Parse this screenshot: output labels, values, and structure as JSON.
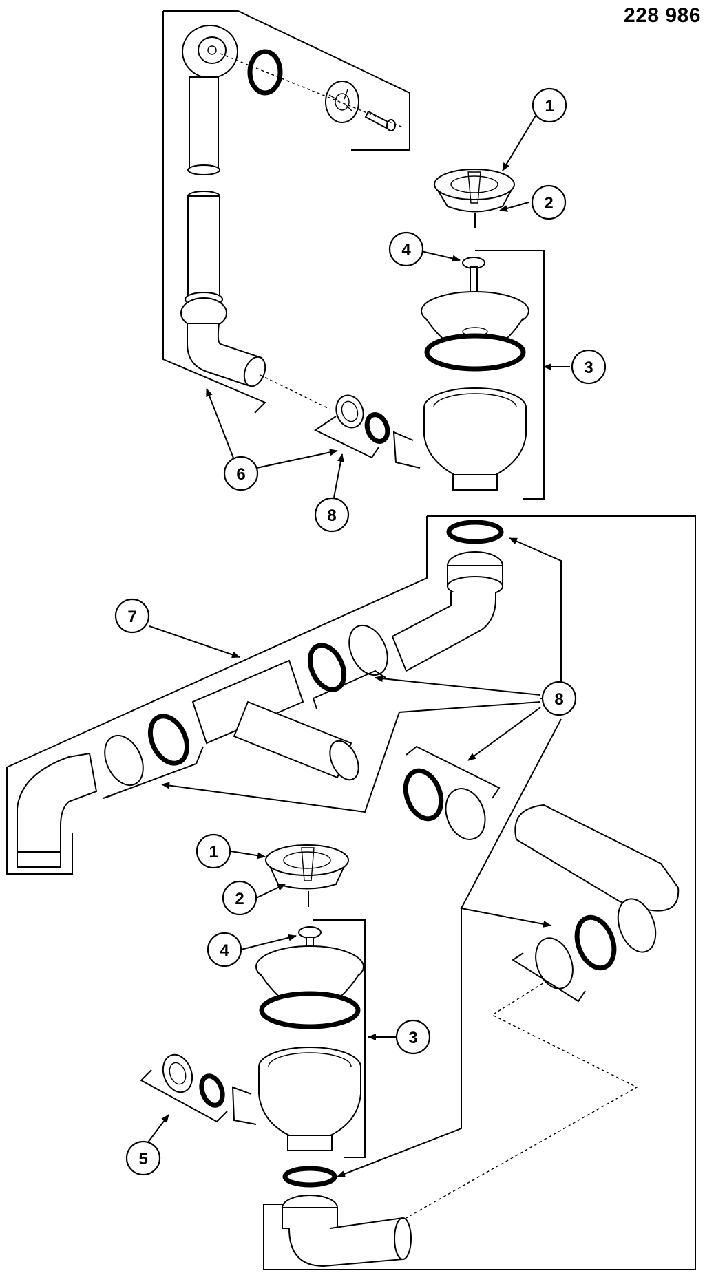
{
  "part_number": "228 986",
  "callouts": [
    {
      "id": "c1-top",
      "label": "1"
    },
    {
      "id": "c2-top",
      "label": "2"
    },
    {
      "id": "c4-top",
      "label": "4"
    },
    {
      "id": "c3-top",
      "label": "3"
    },
    {
      "id": "c6",
      "label": "6"
    },
    {
      "id": "c8-top",
      "label": "8"
    },
    {
      "id": "c7",
      "label": "7"
    },
    {
      "id": "c8-mid",
      "label": "8"
    },
    {
      "id": "c1-bot",
      "label": "1"
    },
    {
      "id": "c2-bot",
      "label": "2"
    },
    {
      "id": "c4-bot",
      "label": "4"
    },
    {
      "id": "c3-bot",
      "label": "3"
    },
    {
      "id": "c5",
      "label": "5"
    }
  ]
}
